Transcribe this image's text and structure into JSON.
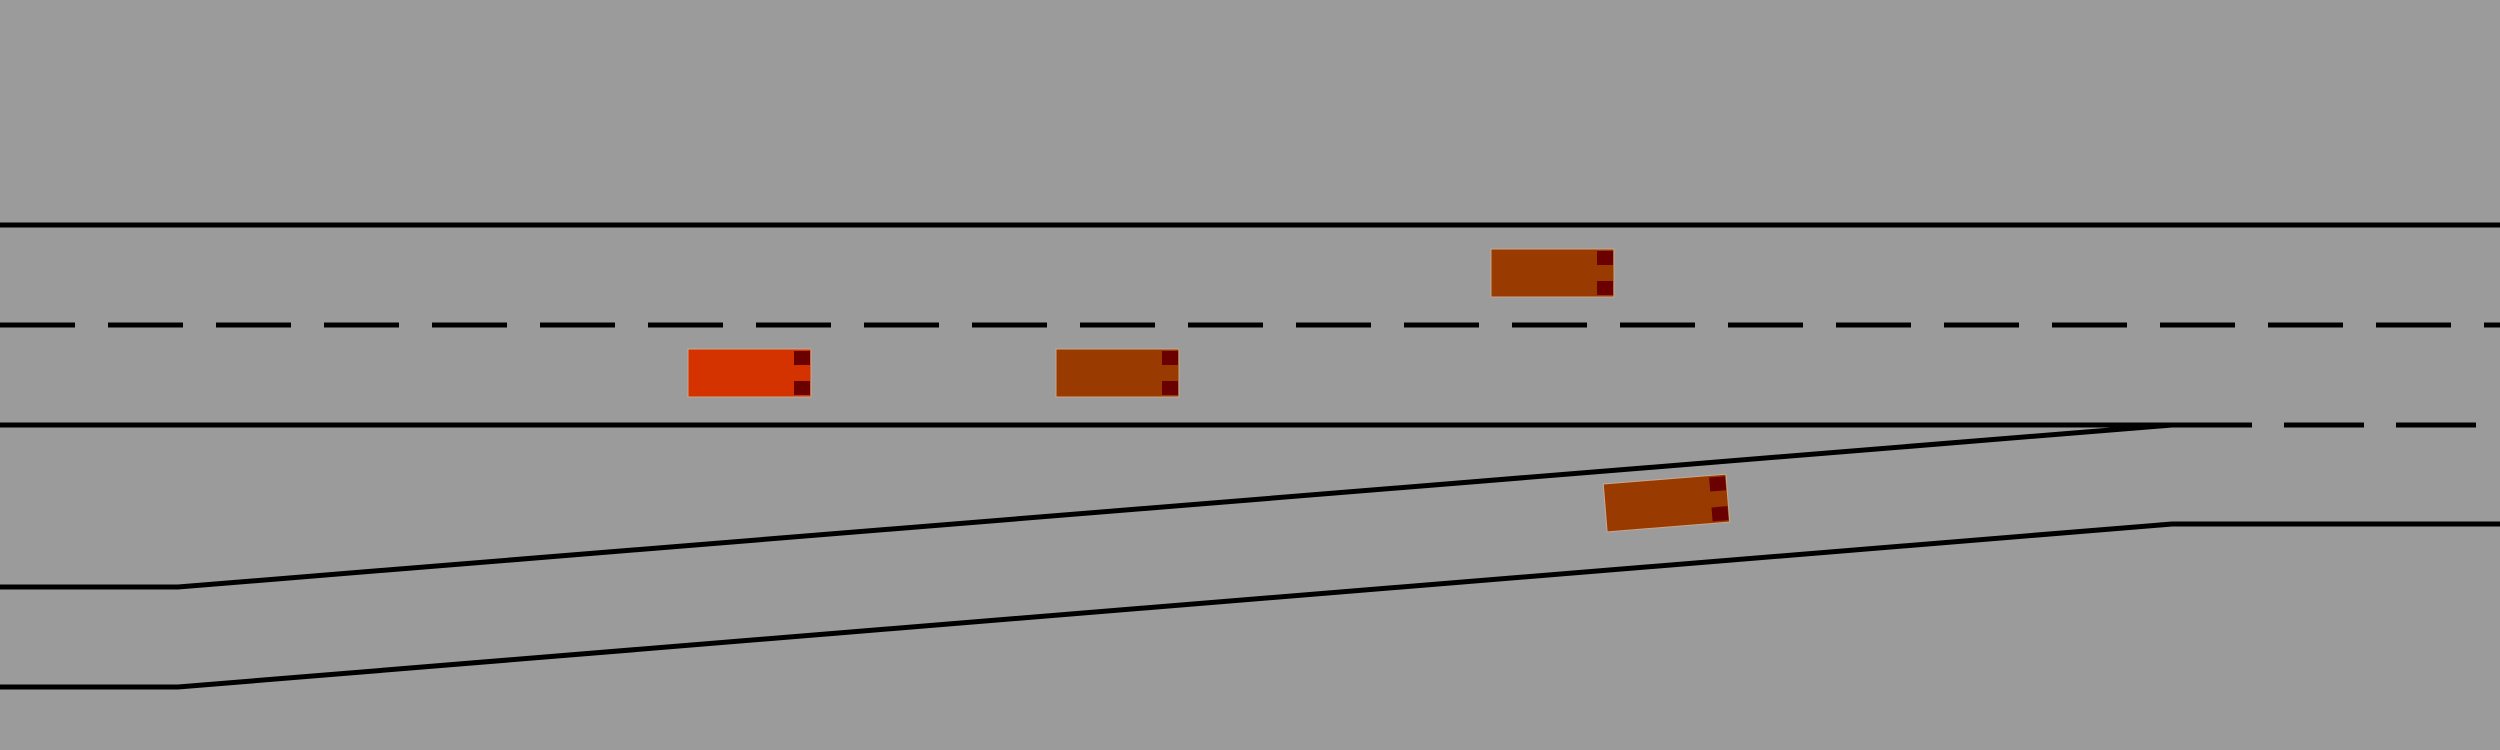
{
  "scene": {
    "type": "highway-merge-simulation",
    "background_color": "#9b9b9b",
    "lane_line_color": "#000000"
  },
  "road": {
    "main_lanes": 2,
    "merge_lanes": 1
  },
  "vehicles": [
    {
      "id": "ego-vehicle",
      "role": "controlled",
      "color": "#d43300",
      "lane": "main-lower"
    },
    {
      "id": "vehicle-1",
      "role": "other",
      "color": "#993a00",
      "lane": "main-lower"
    },
    {
      "id": "vehicle-2",
      "role": "other",
      "color": "#993a00",
      "lane": "main-upper"
    },
    {
      "id": "vehicle-3",
      "role": "other",
      "color": "#993a00",
      "lane": "merge-ramp"
    }
  ],
  "colors": {
    "ego": "#d43300",
    "other": "#993a00",
    "tail_lights": "#6b0000"
  }
}
